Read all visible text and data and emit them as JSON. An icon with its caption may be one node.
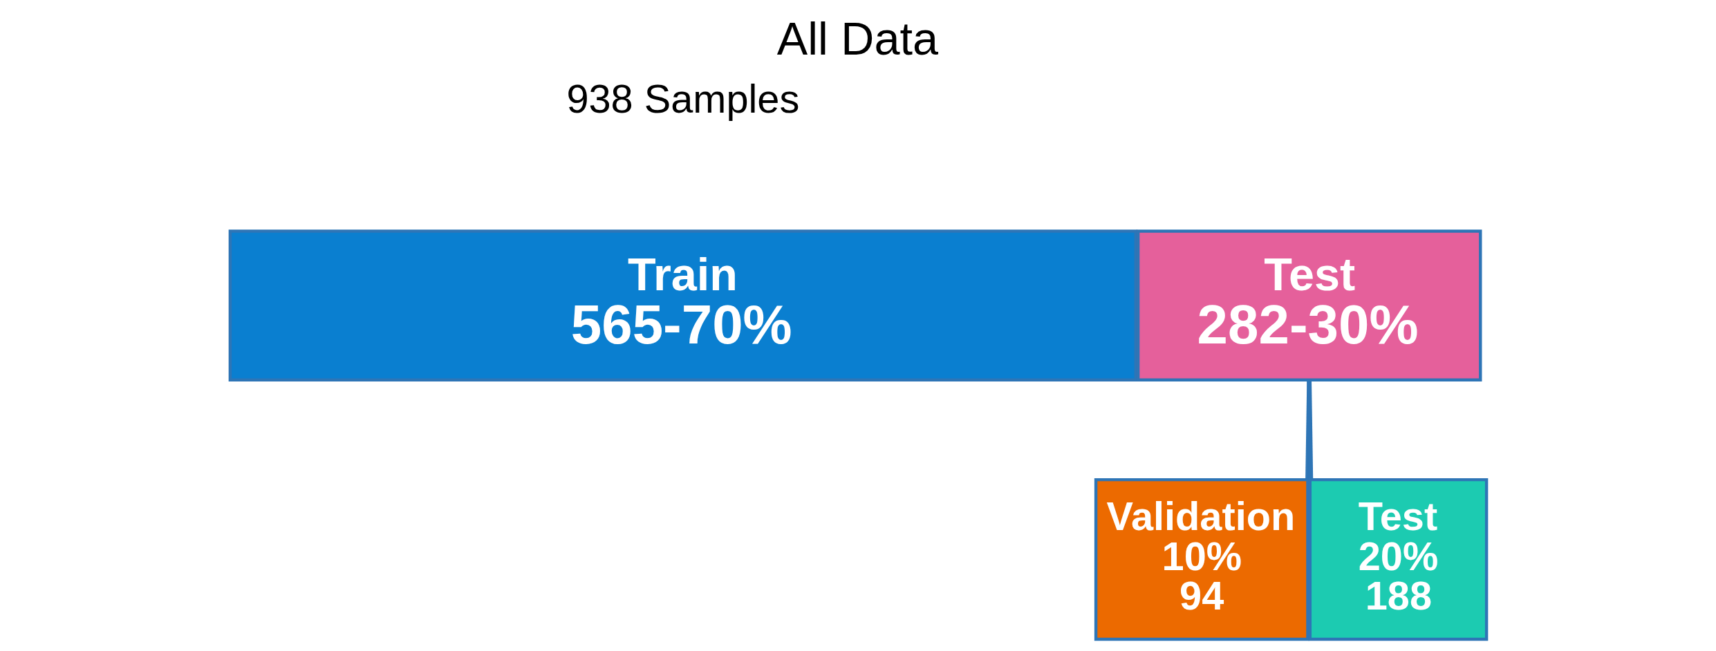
{
  "diagram": {
    "title": "All Data",
    "nodes": [
      {
        "text": [
          "Train",
          "565-70%"
        ]
      },
      {
        "text": [
          "Test",
          "282-30%"
        ]
      },
      {
        "text": [
          "Validation",
          "10%",
          "94"
        ]
      },
      {
        "text": [
          "Test",
          "20%",
          "188"
        ]
      }
    ],
    "edges": [
      {
        "from": 1,
        "to": 2,
        "arrow": "none"
      },
      {
        "from": 1,
        "to": 3,
        "arrow": "none"
      }
    ],
    "labels": [
      "938 Samples"
    ]
  }
}
